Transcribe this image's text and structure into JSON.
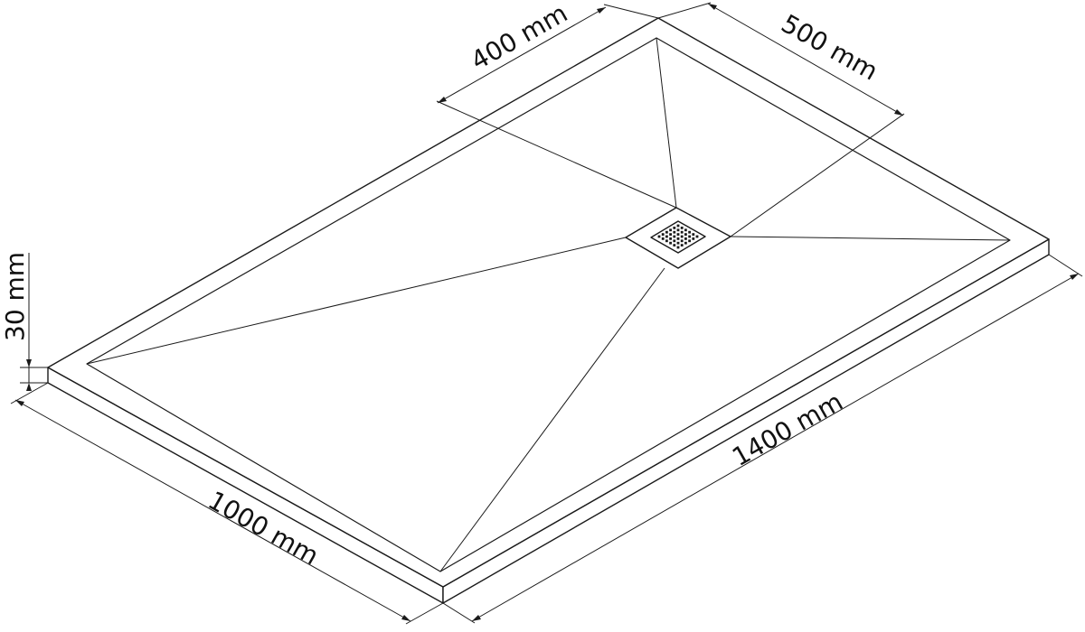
{
  "product": "shower-tray",
  "dimensions": {
    "thickness": "30 mm",
    "width": "1000 mm",
    "length": "1400 mm",
    "drain_offset_a": "400 mm",
    "drain_offset_b": "500 mm"
  },
  "icons": {
    "drain": "drain-grate-icon"
  }
}
